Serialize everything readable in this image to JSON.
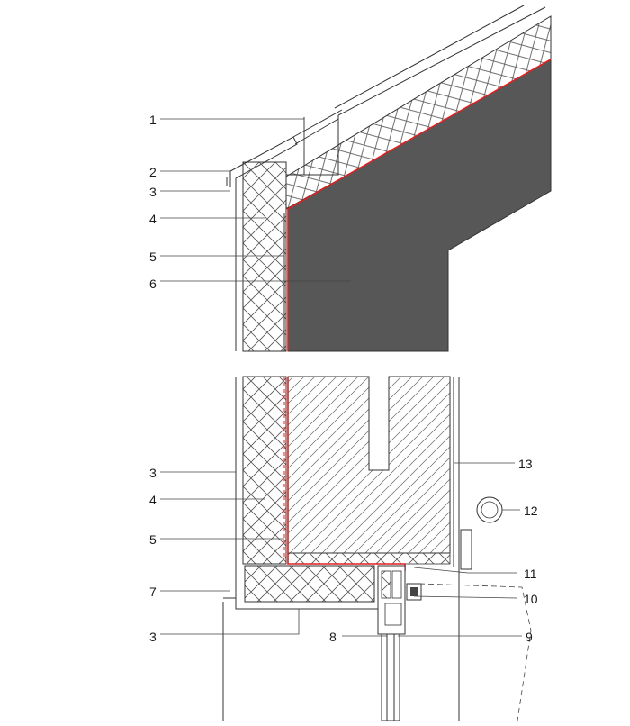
{
  "diagram": {
    "colors": {
      "concrete_solid": "#575757",
      "membrane": "#e02020",
      "line": "#333333",
      "hatch": "#555555",
      "background": "#ffffff"
    },
    "callouts_upper": [
      {
        "id": "c1",
        "label": "1"
      },
      {
        "id": "c2",
        "label": "2"
      },
      {
        "id": "c3",
        "label": "3"
      },
      {
        "id": "c4",
        "label": "4"
      },
      {
        "id": "c5",
        "label": "5"
      },
      {
        "id": "c6",
        "label": "6"
      }
    ],
    "callouts_lower_left": [
      {
        "id": "c3b",
        "label": "3"
      },
      {
        "id": "c4b",
        "label": "4"
      },
      {
        "id": "c5b",
        "label": "5"
      },
      {
        "id": "c7",
        "label": "7"
      },
      {
        "id": "c3c",
        "label": "3"
      },
      {
        "id": "c8",
        "label": "8"
      }
    ],
    "callouts_lower_right": [
      {
        "id": "c13",
        "label": "13"
      },
      {
        "id": "c12",
        "label": "12"
      },
      {
        "id": "c11",
        "label": "11"
      },
      {
        "id": "c10",
        "label": "10"
      },
      {
        "id": "c9",
        "label": "9"
      }
    ]
  }
}
